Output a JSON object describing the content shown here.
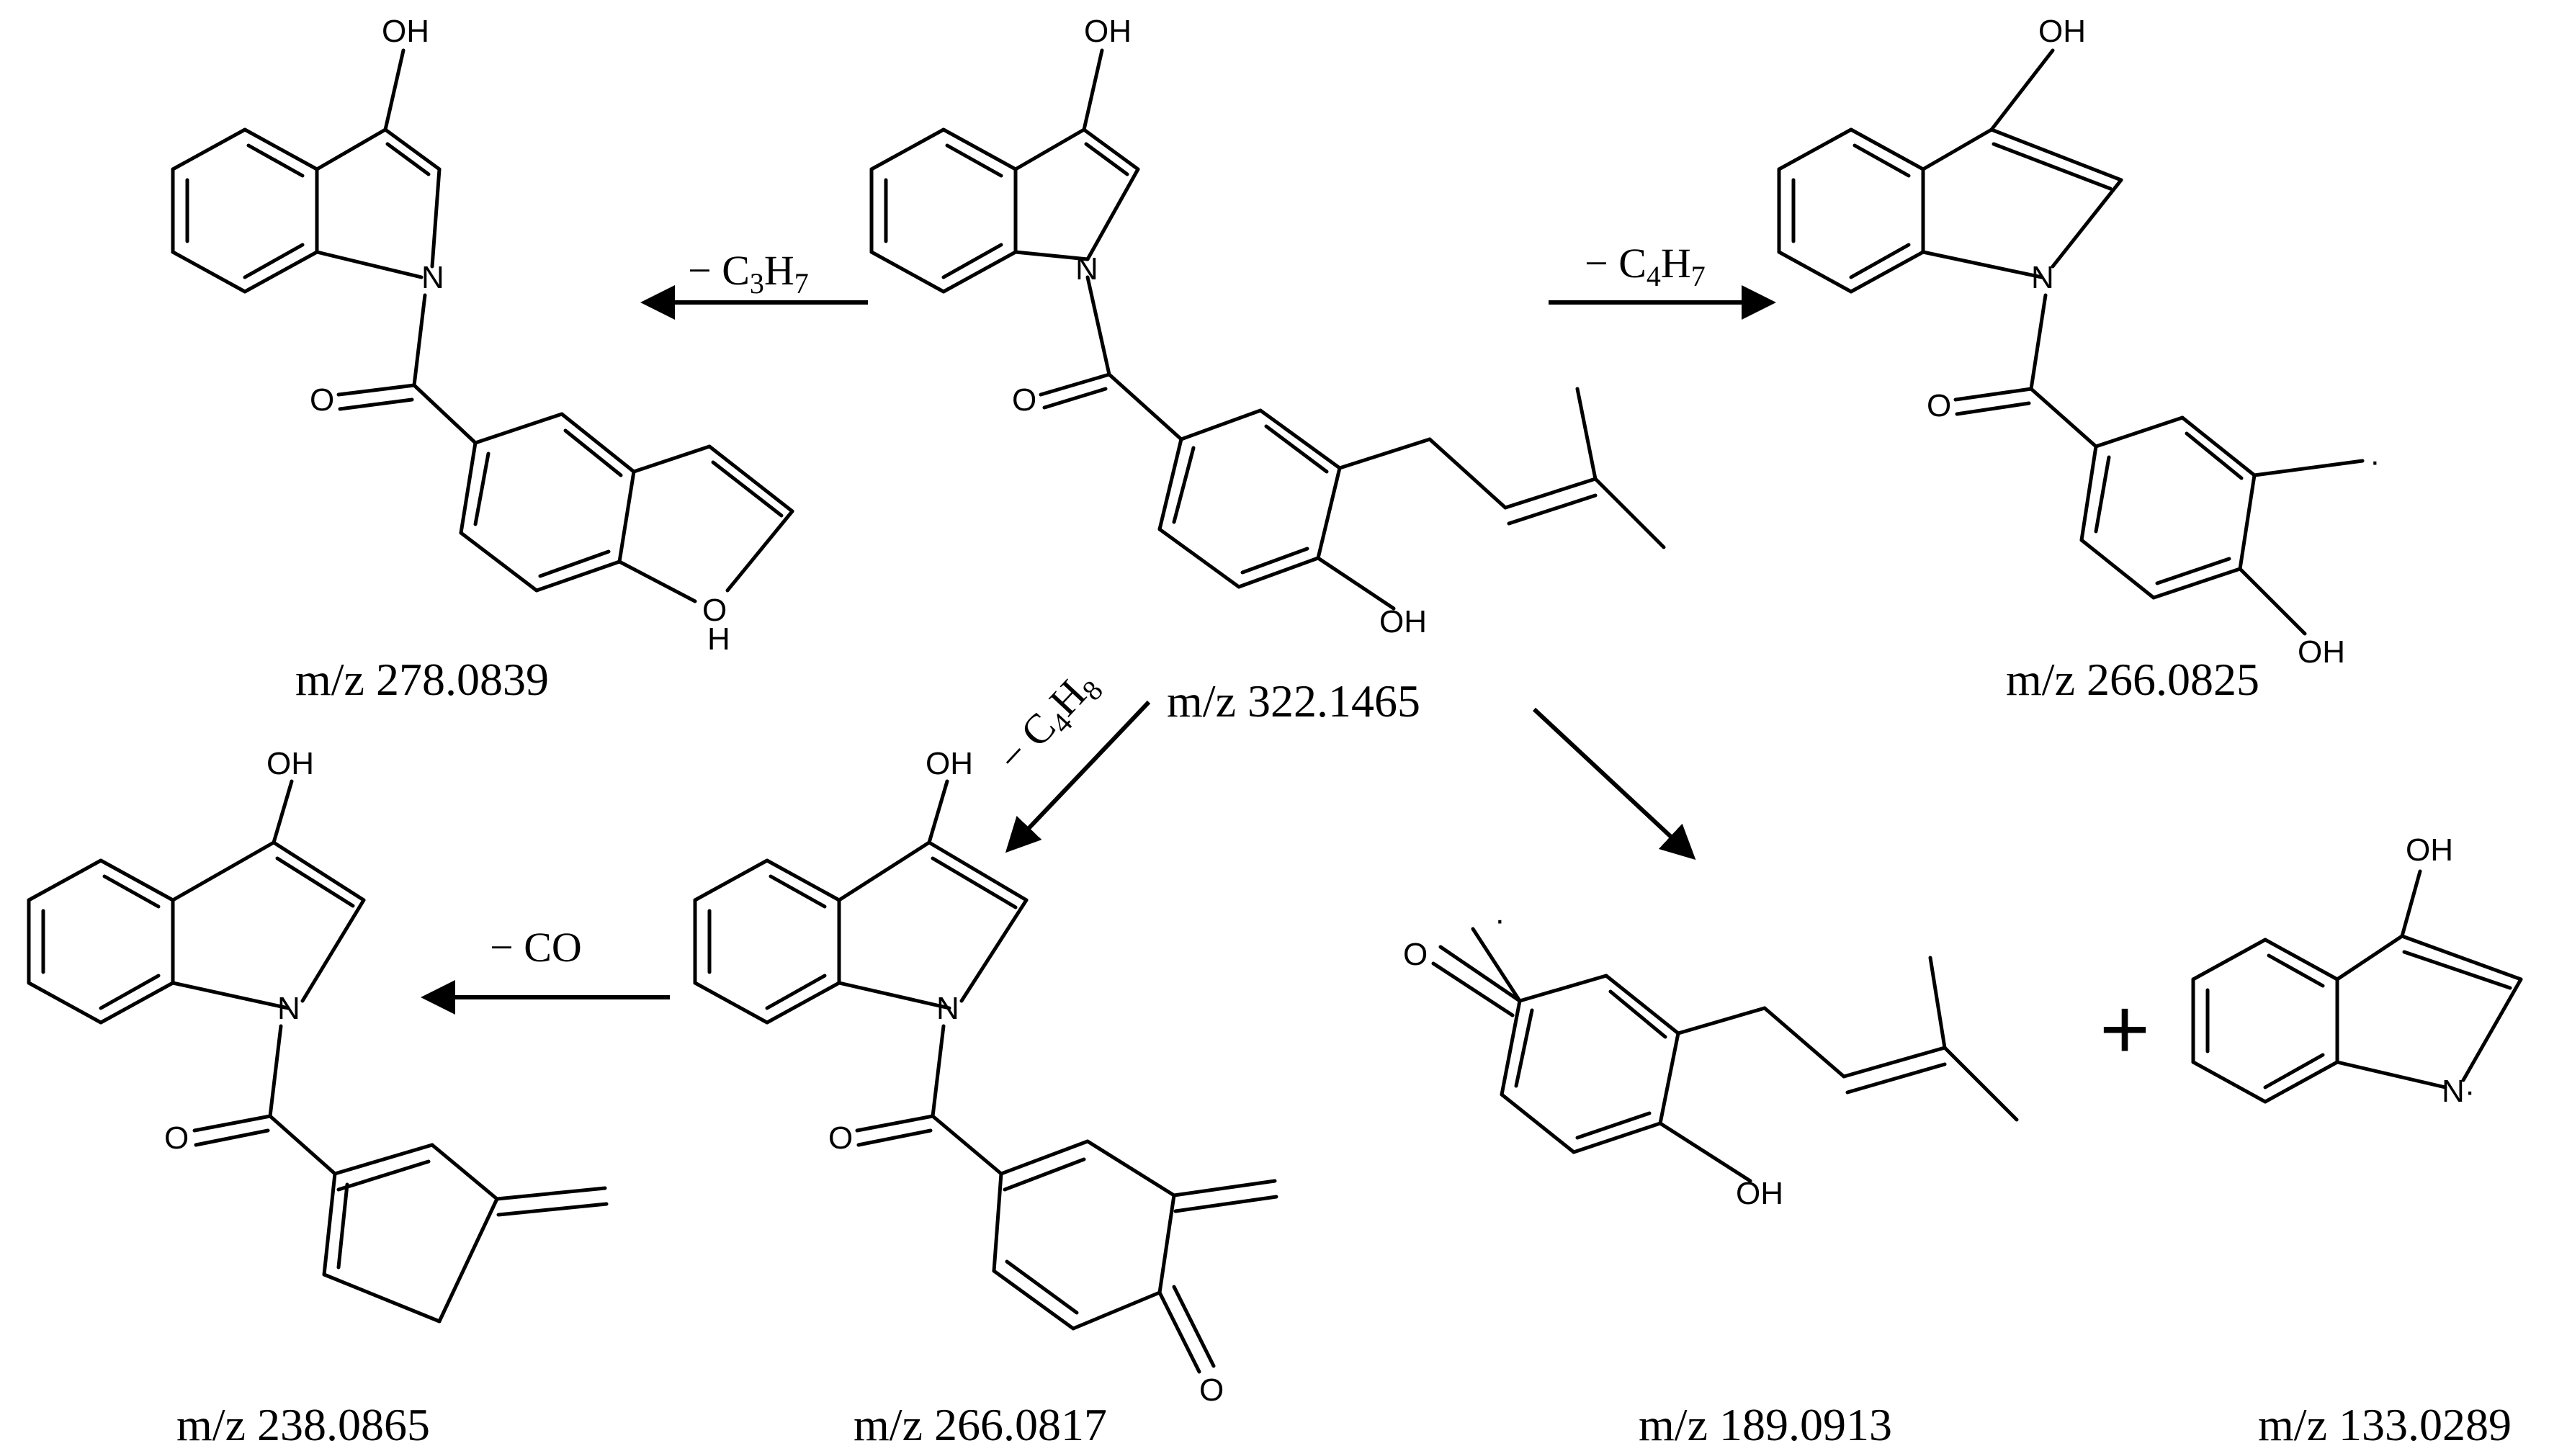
{
  "figure": {
    "background_color": "#ffffff",
    "ink_color": "#000000"
  },
  "atoms": {
    "oh": "OH",
    "o": "O",
    "n": "N",
    "n_radical": "N·",
    "h": "H",
    "radical_dot": "·"
  },
  "symbols": {
    "plus": "+"
  },
  "structures": {
    "parent": {
      "mz": "m/z 322.1465"
    },
    "frag_278": {
      "mz": "m/z 278.0839"
    },
    "frag_266a": {
      "mz": "m/z 266.0825"
    },
    "frag_266b": {
      "mz": "m/z 266.0817"
    },
    "frag_238": {
      "mz": "m/z 238.0865"
    },
    "frag_189": {
      "mz": "m/z 189.0913"
    },
    "frag_133": {
      "mz": "m/z 133.0289"
    }
  },
  "reactions": {
    "loss_c3h7": {
      "minus": "− C",
      "n1": "3",
      "el2": "H",
      "n2": "7"
    },
    "loss_c4h7": {
      "minus": "− C",
      "n1": "4",
      "el2": "H",
      "n2": "7"
    },
    "loss_c4h8": {
      "minus": "− C",
      "n1": "4",
      "el2": "H",
      "n2": "8"
    },
    "loss_co": {
      "label": "− CO"
    }
  }
}
